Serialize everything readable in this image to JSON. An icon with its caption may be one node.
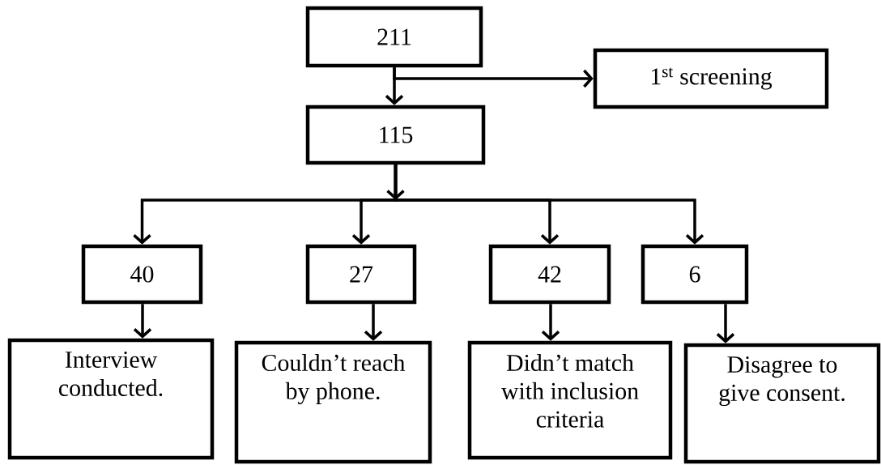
{
  "diagram": {
    "nodes": [
      {
        "text": [
          "211"
        ]
      },
      {
        "text": [
          "1$^{st}$ screening"
        ]
      },
      {
        "text": [
          "115"
        ]
      },
      {
        "text": [
          "40"
        ]
      },
      {
        "text": [
          "27"
        ]
      },
      {
        "text": [
          "42"
        ]
      },
      {
        "text": [
          "6"
        ]
      },
      {
        "text": [
          "Interview conducted."
        ]
      },
      {
        "text": [
          "Couldn’t reach by phone."
        ]
      },
      {
        "text": [
          "Didn’t match with inclusion criteria"
        ]
      },
      {
        "text": [
          "Disagree to give consent."
        ]
      }
    ],
    "edges": [
      {
        "from": 0,
        "to": 2,
        "arrow": "to"
      },
      {
        "from": 0,
        "to": 1,
        "arrow": "to"
      },
      {
        "from": 2,
        "to": 3,
        "arrow": "to"
      },
      {
        "from": 2,
        "to": 4,
        "arrow": "to"
      },
      {
        "from": 2,
        "to": 5,
        "arrow": "to"
      },
      {
        "from": 2,
        "to": 6,
        "arrow": "to"
      },
      {
        "from": 3,
        "to": 7,
        "arrow": "to"
      },
      {
        "from": 4,
        "to": 8,
        "arrow": "to"
      },
      {
        "from": 5,
        "to": 9,
        "arrow": "to"
      },
      {
        "from": 6,
        "to": 10,
        "arrow": "to"
      }
    ]
  }
}
